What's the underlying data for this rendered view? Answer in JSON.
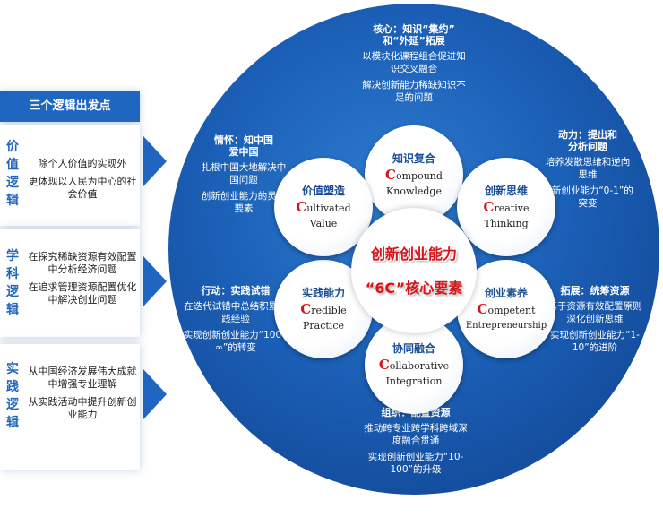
{
  "left_panel": {
    "header": "三个逻辑出发点",
    "sections": [
      {
        "title_chars": [
          "价",
          "值",
          "逻",
          "辑"
        ],
        "lines": [
          "除个人价值的实现外",
          "更体现以人民为中心的社会价值"
        ]
      },
      {
        "title_chars": [
          "学",
          "科",
          "逻",
          "辑"
        ],
        "lines": [
          "在探究稀缺资源有效配置中分析经济问题",
          "在追求管理资源配置优化中解决创业问题"
        ]
      },
      {
        "title_chars": [
          "实",
          "践",
          "逻",
          "辑"
        ],
        "lines": [
          "从中国经济发展伟大成就中增强专业理解",
          "从实践活动中提升创新创业能力"
        ]
      }
    ]
  },
  "center": {
    "line1": "创新创业能力",
    "line2": "“6C”核心要素"
  },
  "petals": [
    {
      "cn": "知识复合",
      "initial": "C",
      "en1": "ompound",
      "en2": "Knowledge"
    },
    {
      "cn": "创新思维",
      "initial": "C",
      "en1": "reative",
      "en2": "Thinking"
    },
    {
      "cn": "创业素养",
      "initial": "C",
      "en1": "ompetent",
      "en2": "Entrepreneurship"
    },
    {
      "cn": "协同融合",
      "initial": "C",
      "en1": "ollaborative",
      "en2": "Integration"
    },
    {
      "cn": "实践能力",
      "initial": "C",
      "en1": "redible",
      "en2": "Practice"
    },
    {
      "cn": "价值塑造",
      "initial": "C",
      "en1": "ultivated",
      "en2": "Value"
    }
  ],
  "ring": {
    "top": {
      "h1": "核心：知识“集约”",
      "h2": "和“外延”拓展",
      "p1": "以模块化课程组合促进知识交叉融合",
      "p2": "解决创新能力稀缺知识不足的问题"
    },
    "upper_right": {
      "h1": "动力：提出和",
      "h2": "分析问题",
      "p1": "培养发散思维和逆向思维",
      "p2": "创新创业能力“0-1”的突变"
    },
    "lower_right": {
      "h1": "拓展：统筹资源",
      "p1": "基于资源有效配置原则深化创新思维",
      "p2": "实现创新创业能力“1-10”的进阶"
    },
    "bottom": {
      "h1": "组织：配置资源",
      "p1": "推动跨专业跨学科跨域深度融合贯通",
      "p2": "实现创新创业能力“10-100”的升级"
    },
    "lower_left": {
      "h1": "行动：实践试错",
      "p1": "在迭代试错中总结积累实践经验",
      "p2": "实现创新创业能力“100 - ∞”的转变"
    },
    "upper_left": {
      "h1": "情怀：知中国",
      "h2": "爱中国",
      "p1": "扎根中国大地解决中国问题",
      "p2": "创新创业能力的灵魂要素"
    }
  },
  "colors": {
    "accent_blue": "#1f66c1",
    "disc_blue": "#1b5fb6",
    "red": "#d7141a"
  }
}
